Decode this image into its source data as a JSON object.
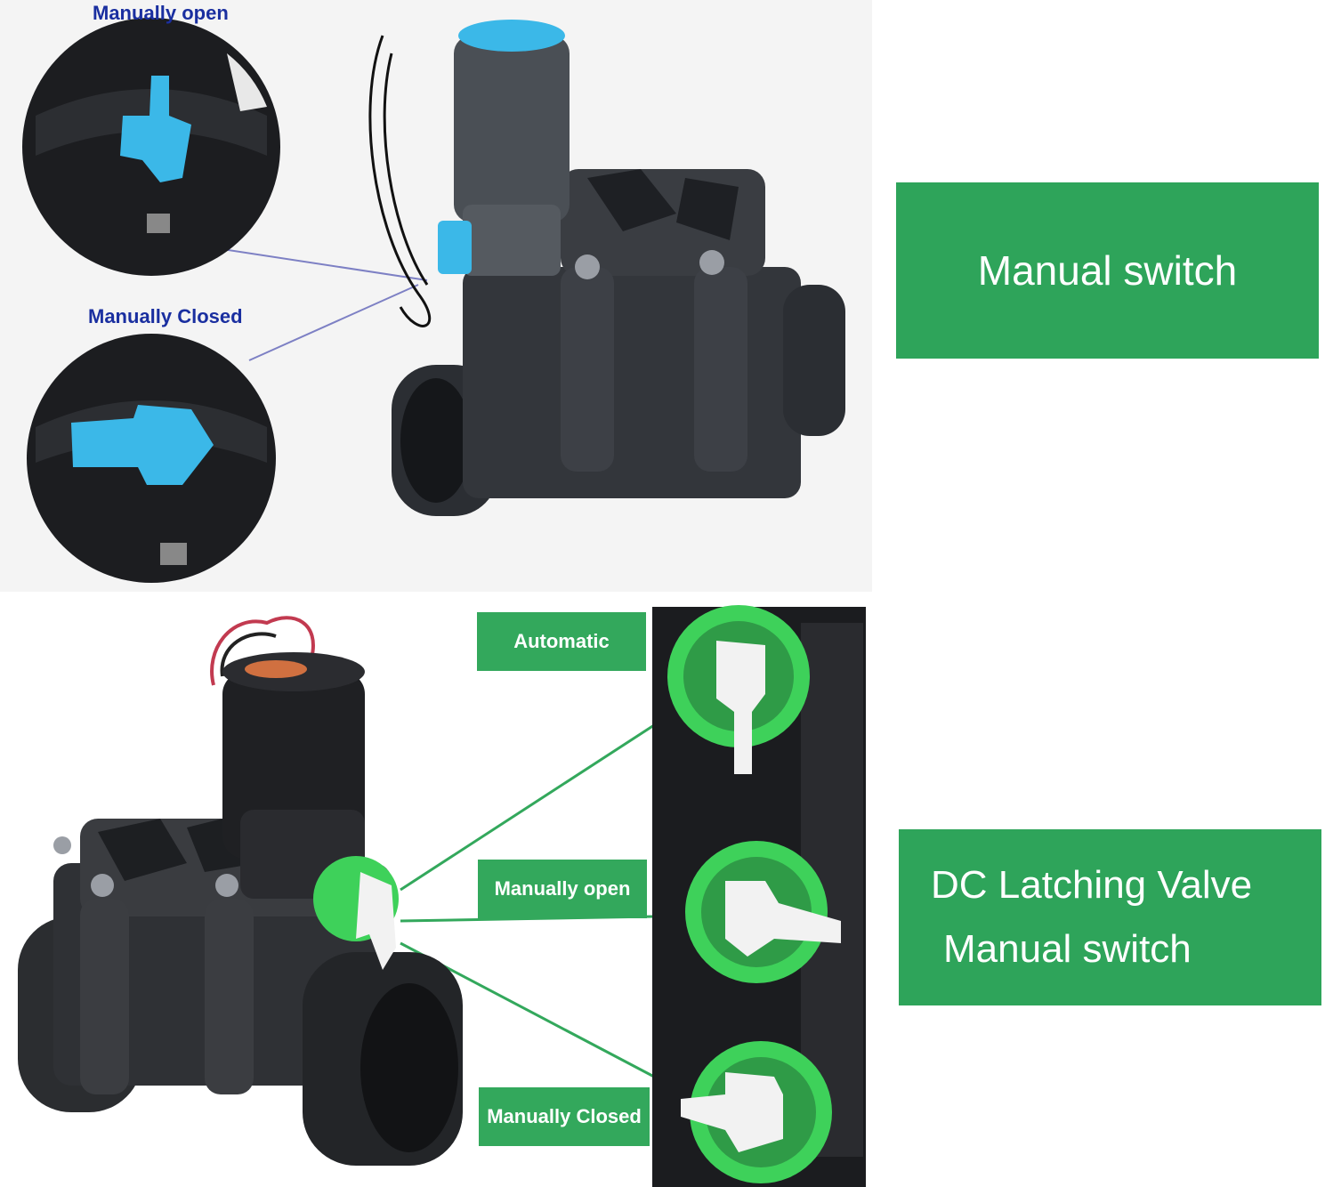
{
  "top_section": {
    "label_open": "Manually open",
    "label_closed": "Manually Closed",
    "banner_title": "Manual switch",
    "colors": {
      "label": "#1a2fa0",
      "lever": "#3bb8e8",
      "banner": "#2ea45a"
    }
  },
  "bottom_section": {
    "tag_automatic": "Automatic",
    "tag_open": "Manually open",
    "tag_closed": "Manually Closed",
    "banner_line1": "DC Latching Valve",
    "banner_line2": "Manual switch",
    "colors": {
      "tag": "#33a85c",
      "knob": "#3ed15a",
      "lever": "#f2f2f2"
    }
  }
}
